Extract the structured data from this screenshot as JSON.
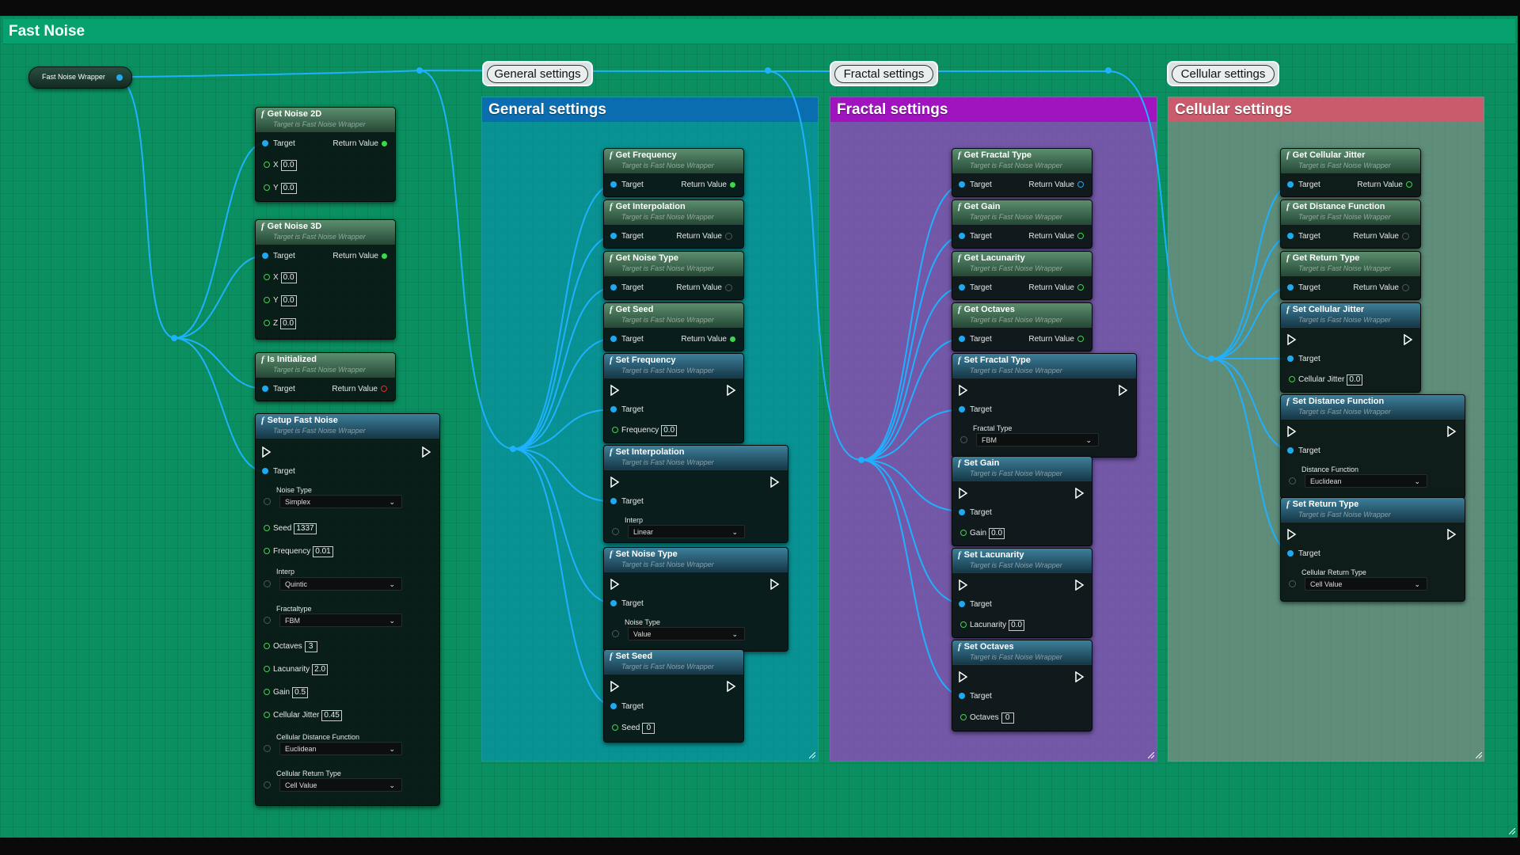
{
  "title": "Fast Noise",
  "wrapper_label": "Fast Noise Wrapper",
  "target_sub": "Target is Fast Noise Wrapper",
  "pins": {
    "target": "Target",
    "return": "Return Value"
  },
  "bubbles": {
    "general": "General settings",
    "fractal": "Fractal settings",
    "cellular": "Cellular settings"
  },
  "sections": {
    "general": {
      "title": "General settings",
      "color": "#0a6db0"
    },
    "fractal": {
      "title": "Fractal settings",
      "color": "#a014c0"
    },
    "cellular": {
      "title": "Cellular settings",
      "color": "#c95b6c"
    }
  },
  "left_nodes": {
    "get_noise_2d": {
      "title": "Get Noise 2D",
      "x_label": "X",
      "x_val": "0.0",
      "y_label": "Y",
      "y_val": "0.0"
    },
    "get_noise_3d": {
      "title": "Get Noise 3D",
      "x_label": "X",
      "x_val": "0.0",
      "y_label": "Y",
      "y_val": "0.0",
      "z_label": "Z",
      "z_val": "0.0"
    },
    "is_initialized": {
      "title": "Is Initialized"
    },
    "setup": {
      "title": "Setup Fast Noise",
      "noise_type_label": "Noise Type",
      "noise_type": "Simplex",
      "seed_label": "Seed",
      "seed": "1337",
      "frequency_label": "Frequency",
      "frequency": "0.01",
      "interp_label": "Interp",
      "interp": "Quintic",
      "fractaltype_label": "Fractaltype",
      "fractaltype": "FBM",
      "octaves_label": "Octaves",
      "octaves": "3",
      "lacunarity_label": "Lacunarity",
      "lacunarity": "2.0",
      "gain_label": "Gain",
      "gain": "0.5",
      "jitter_label": "Cellular Jitter",
      "jitter": "0.45",
      "distance_label": "Cellular Distance Function",
      "distance": "Euclidean",
      "return_type_label": "Cellular Return Type",
      "return_type": "Cell Value"
    }
  },
  "general_nodes": {
    "get_frequency": "Get Frequency",
    "get_interpolation": "Get Interpolation",
    "get_noise_type": "Get Noise Type",
    "get_seed": "Get Seed",
    "set_frequency": {
      "title": "Set Frequency",
      "label": "Frequency",
      "value": "0.0"
    },
    "set_interpolation": {
      "title": "Set Interpolation",
      "label": "Interp",
      "value": "Linear"
    },
    "set_noise_type": {
      "title": "Set Noise Type",
      "label": "Noise Type",
      "value": "Value"
    },
    "set_seed": {
      "title": "Set Seed",
      "label": "Seed",
      "value": "0"
    }
  },
  "fractal_nodes": {
    "get_fractal_type": "Get Fractal Type",
    "get_gain": "Get Gain",
    "get_lacunarity": "Get Lacunarity",
    "get_octaves": "Get Octaves",
    "set_fractal_type": {
      "title": "Set Fractal Type",
      "label": "Fractal Type",
      "value": "FBM"
    },
    "set_gain": {
      "title": "Set Gain",
      "label": "Gain",
      "value": "0.0"
    },
    "set_lacunarity": {
      "title": "Set Lacunarity",
      "label": "Lacunarity",
      "value": "0.0"
    },
    "set_octaves": {
      "title": "Set Octaves",
      "label": "Octaves",
      "value": "0"
    }
  },
  "cellular_nodes": {
    "get_cellular_jitter": "Get Cellular Jitter",
    "get_distance_function": "Get Distance Function",
    "get_return_type": "Get Return Type",
    "set_cellular_jitter": {
      "title": "Set Cellular Jitter",
      "label": "Cellular Jitter",
      "value": "0.0"
    },
    "set_distance_function": {
      "title": "Set Distance Function",
      "label": "Distance Function",
      "value": "Euclidean"
    },
    "set_return_type": {
      "title": "Set Return Type",
      "label": "Cellular Return Type",
      "value": "Cell Value"
    }
  }
}
